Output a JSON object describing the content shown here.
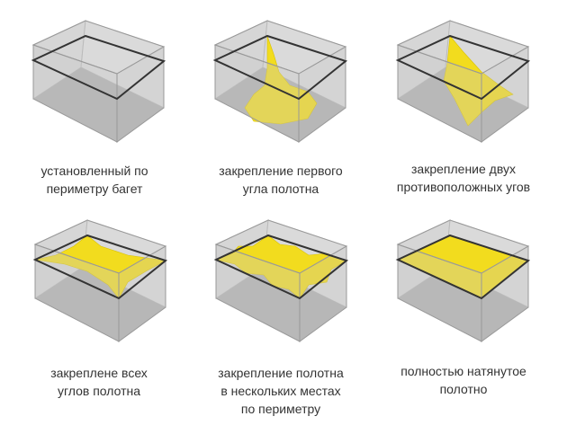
{
  "colors": {
    "canvas": "#f2dc1e",
    "glass": "#c9c9c9",
    "floor": "#b0b0b0",
    "baguette": "#333333"
  },
  "panels": [
    {
      "variant": "frame",
      "caption_lines": [
        "установленный по",
        "периметру багет"
      ]
    },
    {
      "variant": "one-corner",
      "caption_lines": [
        "закрепление первого",
        "угла полотна"
      ]
    },
    {
      "variant": "two-corners",
      "caption_lines": [
        "закрепление двух",
        "противоположных угов"
      ]
    },
    {
      "variant": "all-corners",
      "caption_lines": [
        "закреплене всех",
        "углов полотна"
      ]
    },
    {
      "variant": "several-points",
      "caption_lines": [
        "закрепление полотна",
        "в нескольких местах",
        "по периметру"
      ]
    },
    {
      "variant": "full",
      "caption_lines": [
        "полностью натянутое",
        "полотно"
      ]
    }
  ]
}
